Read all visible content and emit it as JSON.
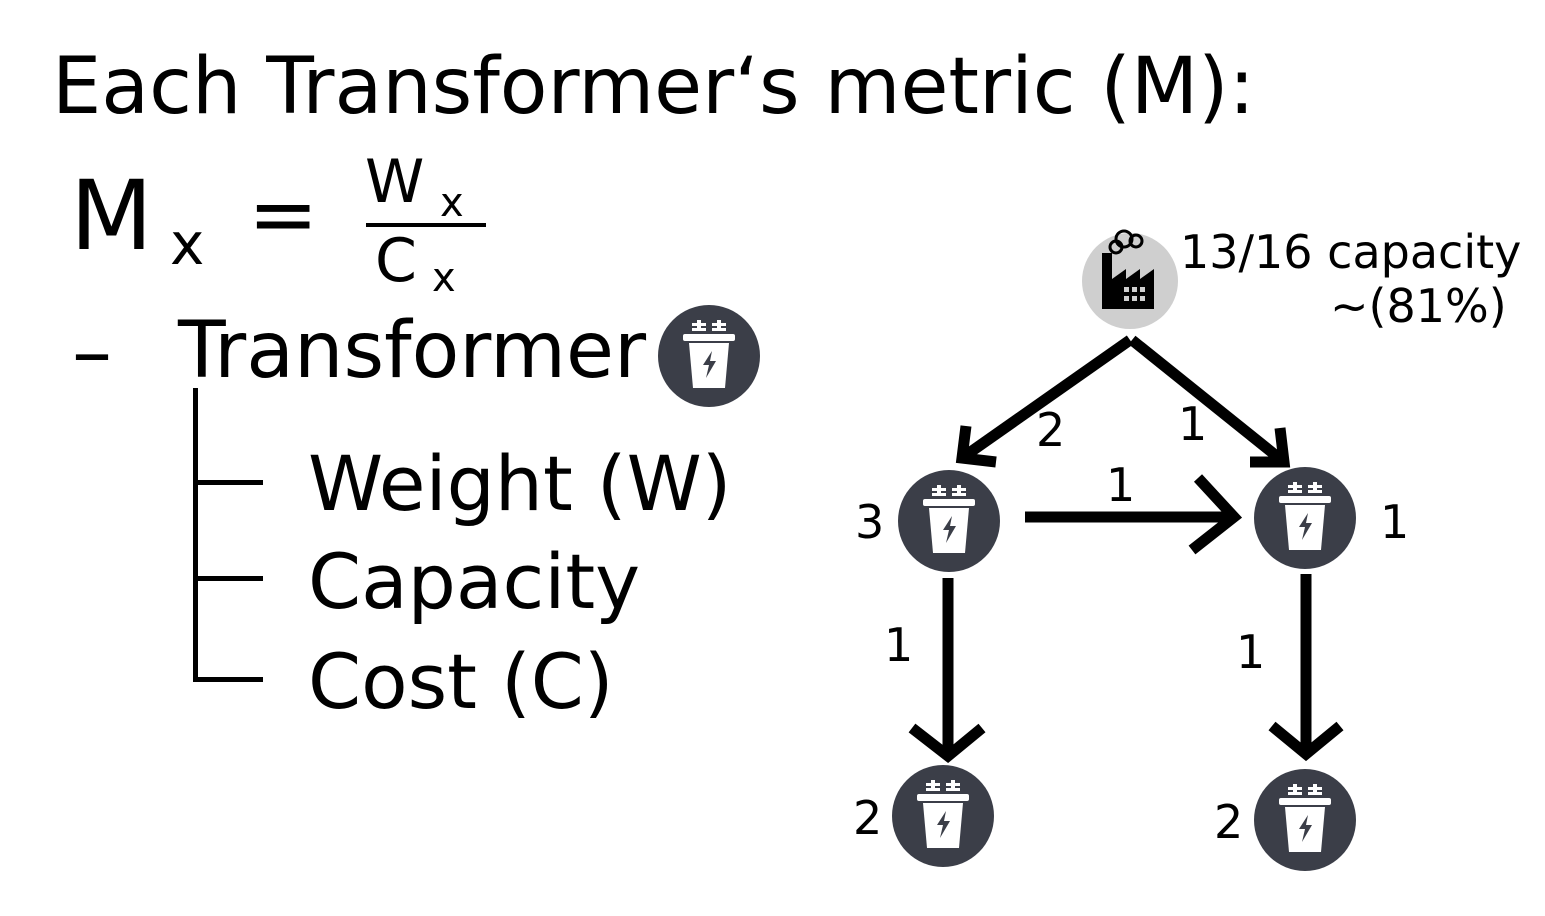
{
  "title": "Each Transformer‘s metric (M):",
  "formula": {
    "lhs": "M",
    "lhs_sub": "x",
    "equals": "=",
    "num": "W",
    "num_sub": "x",
    "den": "C",
    "den_sub": "x"
  },
  "legend": {
    "dash": "–",
    "transformer": "Transformer",
    "items": [
      "Weight (W)",
      "Capacity",
      "Cost (C)"
    ]
  },
  "factory": {
    "label_line1": "13/16 capacity",
    "label_line2": "~(81%)"
  },
  "nodes": {
    "left_mid": "3",
    "right_mid": "1",
    "left_bottom": "2",
    "right_bottom": "2"
  },
  "edges": {
    "factory_left": "2",
    "factory_right": "1",
    "left_right": "1",
    "left_down": "1",
    "right_down": "1"
  },
  "colors": {
    "node": "#3b3e48",
    "factory_bg": "#cfcfcf",
    "icon": "#ffffff",
    "stroke": "#000000"
  }
}
